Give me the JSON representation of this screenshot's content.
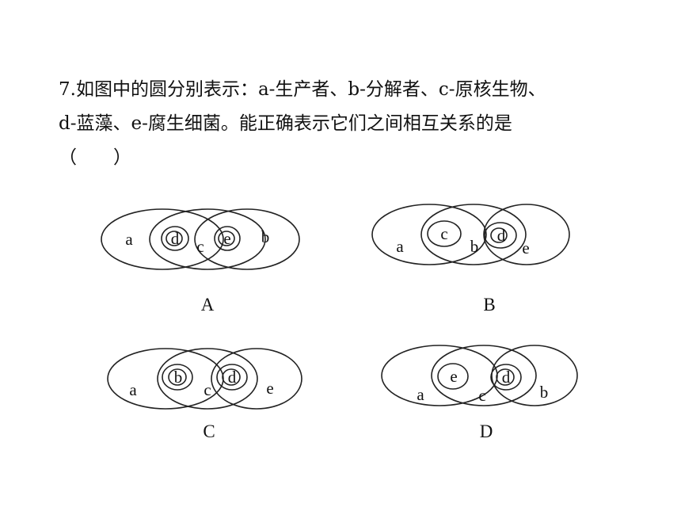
{
  "question": {
    "line1": "7.如图中的圆分别表示：a-生产者、b-分解者、c-原核生物、",
    "line2": "d-蓝藻、e-腐生细菌。能正确表示它们之间相互关系的是",
    "line3": "（　　）"
  },
  "options": [
    {
      "option_label": "A",
      "circles": [
        {
          "label": "a"
        },
        {
          "label": "c"
        },
        {
          "label": "b"
        }
      ],
      "inner": [
        {
          "label": "d"
        },
        {
          "label": "e"
        }
      ]
    },
    {
      "option_label": "B",
      "circles": [
        {
          "label": "a"
        },
        {
          "label": "b"
        },
        {
          "label": "e"
        }
      ],
      "inner": [
        {
          "label": "c"
        },
        {
          "label": "d"
        }
      ]
    },
    {
      "option_label": "C",
      "circles": [
        {
          "label": "a"
        },
        {
          "label": "c"
        },
        {
          "label": "e"
        }
      ],
      "inner": [
        {
          "label": "b"
        },
        {
          "label": "d"
        }
      ]
    },
    {
      "option_label": "D",
      "circles": [
        {
          "label": "a"
        },
        {
          "label": "c"
        },
        {
          "label": "b"
        }
      ],
      "inner": [
        {
          "label": "e"
        },
        {
          "label": "d"
        }
      ]
    }
  ]
}
